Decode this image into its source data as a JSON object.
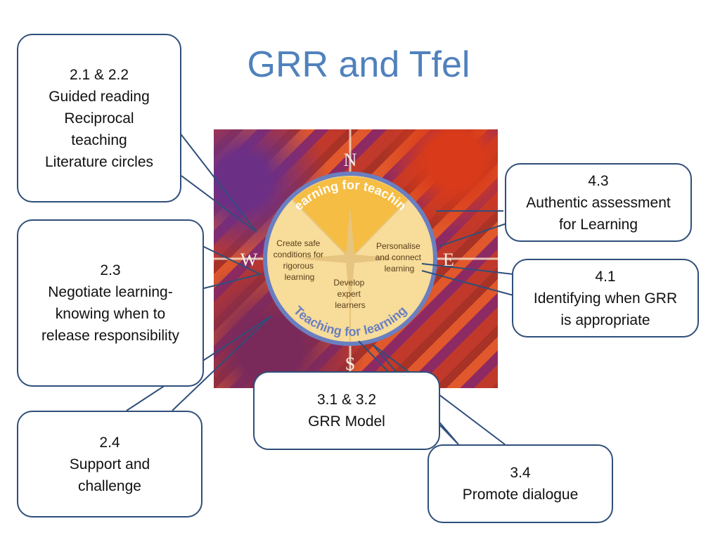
{
  "title": "GRR and Tfel",
  "wheel": {
    "compass": [
      "N",
      "E",
      "S",
      "W"
    ],
    "arc_top": "Learning for teaching",
    "arc_bottom": "Teaching for learning",
    "segments": [
      [
        "Create safe",
        "conditions for",
        "rigorous",
        "learning"
      ],
      [
        "Personalise",
        "and connect",
        "learning"
      ],
      [
        "Develop",
        "expert",
        "learners"
      ]
    ]
  },
  "callouts": {
    "c21": [
      "2.1 & 2.2",
      "Guided reading",
      "Reciprocal",
      "teaching",
      "Literature circles"
    ],
    "c23": [
      "2.3",
      "Negotiate learning-",
      "knowing when to",
      "release responsibility"
    ],
    "c24": [
      "2.4",
      "Support and",
      "challenge"
    ],
    "c31": [
      "3.1 & 3.2",
      "GRR Model"
    ],
    "c34": [
      "3.4",
      "Promote dialogue"
    ],
    "c43": [
      "4.3",
      "Authentic assessment",
      "for Learning"
    ],
    "c41": [
      "4.1",
      "Identifying when GRR",
      "is appropriate"
    ]
  },
  "colors": {
    "title": "#4f81bd",
    "callout_border": "#2f4f7a",
    "wheel_fill": "#f7dc9a",
    "wheel_rim": "#6a7fc0"
  }
}
